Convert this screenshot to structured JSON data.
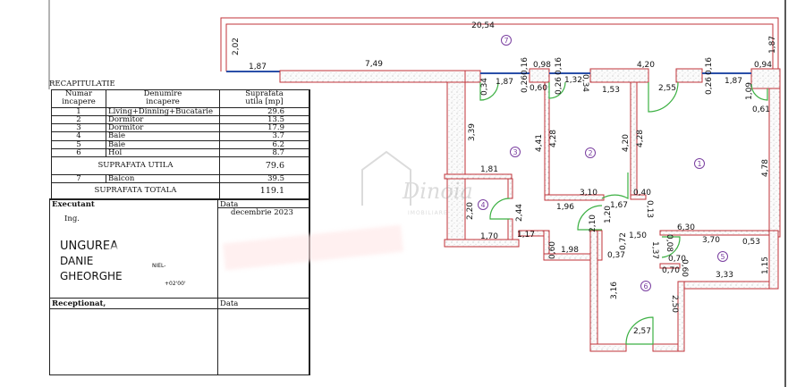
{
  "recapitulatie": {
    "title": "RECAPITULATIE",
    "headers": {
      "numar": "Numar\nincapere",
      "numar_1": "Numar",
      "numar_2": "incapere",
      "denumire_1": "Denumire",
      "denumire_2": "incapere",
      "suprafata_1": "Suprafata",
      "suprafata_2": "utila [mp]"
    },
    "rows": [
      {
        "nr": "1",
        "name": "Living+Dinning+Bucatarie",
        "area": "29.6"
      },
      {
        "nr": "2",
        "name": "Dormitor",
        "area": "13.5"
      },
      {
        "nr": "3",
        "name": "Dormitor",
        "area": "17.9"
      },
      {
        "nr": "4",
        "name": "Baie",
        "area": "3.7"
      },
      {
        "nr": "5",
        "name": "Baie",
        "area": "6.2"
      },
      {
        "nr": "6",
        "name": "Hol",
        "area": "8.7"
      }
    ],
    "utila_label": "SUPRAFATA UTILA",
    "utila_value": "79.6",
    "balcon": {
      "nr": "7",
      "name": "Balcon",
      "area": "39.5"
    },
    "totala_label": "SUPRAFATA TOTALA",
    "totala_value": "119.1"
  },
  "executant": {
    "label": "Executant",
    "date_label": "Data",
    "date_value": "decembrie 2023",
    "ing": "Ing.",
    "sig_line1": "UNGUREA",
    "sig_line2": "DANIE",
    "sig_line3": "GHEORGHE",
    "sig_tz": "+02'00'",
    "sig_fragment": "NIEL-"
  },
  "receptionat": {
    "label": "Receptionat,",
    "date_label": "Data"
  },
  "watermark": {
    "brand": "Dinoia",
    "sub": "IMOBILIARE"
  },
  "plan": {
    "colors": {
      "wall": "#c0333a",
      "door": "#3cb043",
      "window": "#2a4fa8",
      "room_number": "#7a3fa0"
    },
    "rooms": [
      "7",
      "3",
      "2",
      "1",
      "4",
      "5",
      "6"
    ],
    "dimensions": [
      "20,54",
      "2,02",
      "1,87",
      "7,49",
      "0,34",
      "1,87",
      "0,26",
      "0,16",
      "0,60",
      "0,98",
      "0,16",
      "0,26",
      "1,32",
      "0,34",
      "1,53",
      "4,20",
      "2,55",
      "0,16",
      "0,26",
      "1,87",
      "0,94",
      "1,87",
      "1,09",
      "0,61",
      "3,39",
      "4,41",
      "4,28",
      "4,20",
      "4,28",
      "4,78",
      "1,81",
      "3,10",
      "0,40",
      "1,96",
      "1,67",
      "0,13",
      "2,20",
      "2,44",
      "1,20",
      "2,10",
      "6,30",
      "1,17",
      "1,50",
      "0,72",
      "1,70",
      "1,98",
      "0,60",
      "0,37",
      "1,37",
      "0,08",
      "0,70",
      "0,70",
      "0,60",
      "3,70",
      "0,53",
      "1,15",
      "3,33",
      "3,16",
      "2,50",
      "2,57"
    ]
  }
}
